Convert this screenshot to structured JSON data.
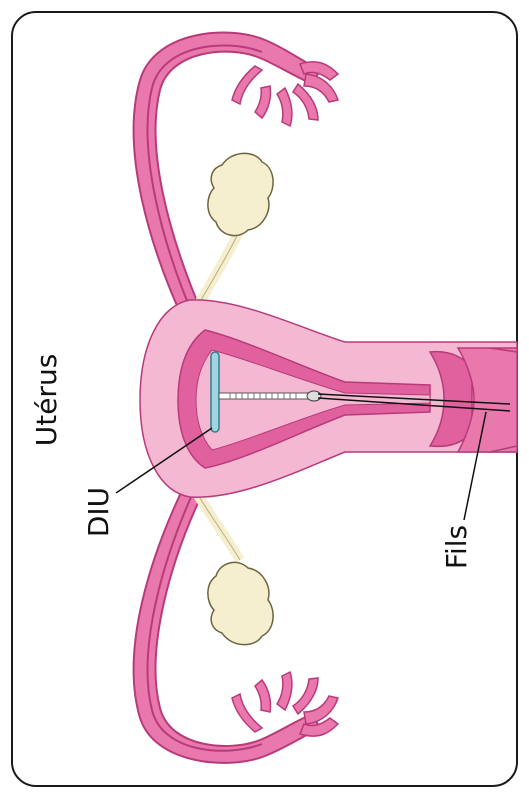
{
  "labels": {
    "uterus": "Utérus",
    "iud": "DIU",
    "strings": "Fils"
  },
  "colors": {
    "frame": "#1a1a1a",
    "uterus_outer": "#f5b8d3",
    "uterus_wall": "#e0619d",
    "uterus_cavity": "#c94f8c",
    "tube_fill": "#e978ad",
    "tube_dark": "#b93a7a",
    "ovary": "#f6efcf",
    "iud": "#9dd6e2",
    "iud_stroke": "#3a7d8d",
    "leader": "#111111"
  }
}
